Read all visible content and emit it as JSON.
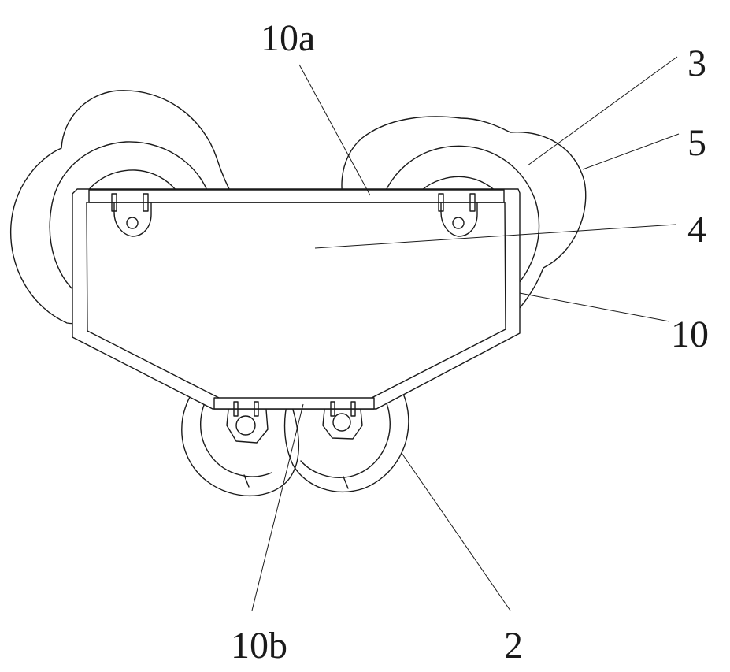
{
  "labels": {
    "l10a": "10a",
    "l3": "3",
    "l5": "5",
    "l4": "4",
    "l10": "10",
    "l10b": "10b",
    "l2": "2"
  }
}
